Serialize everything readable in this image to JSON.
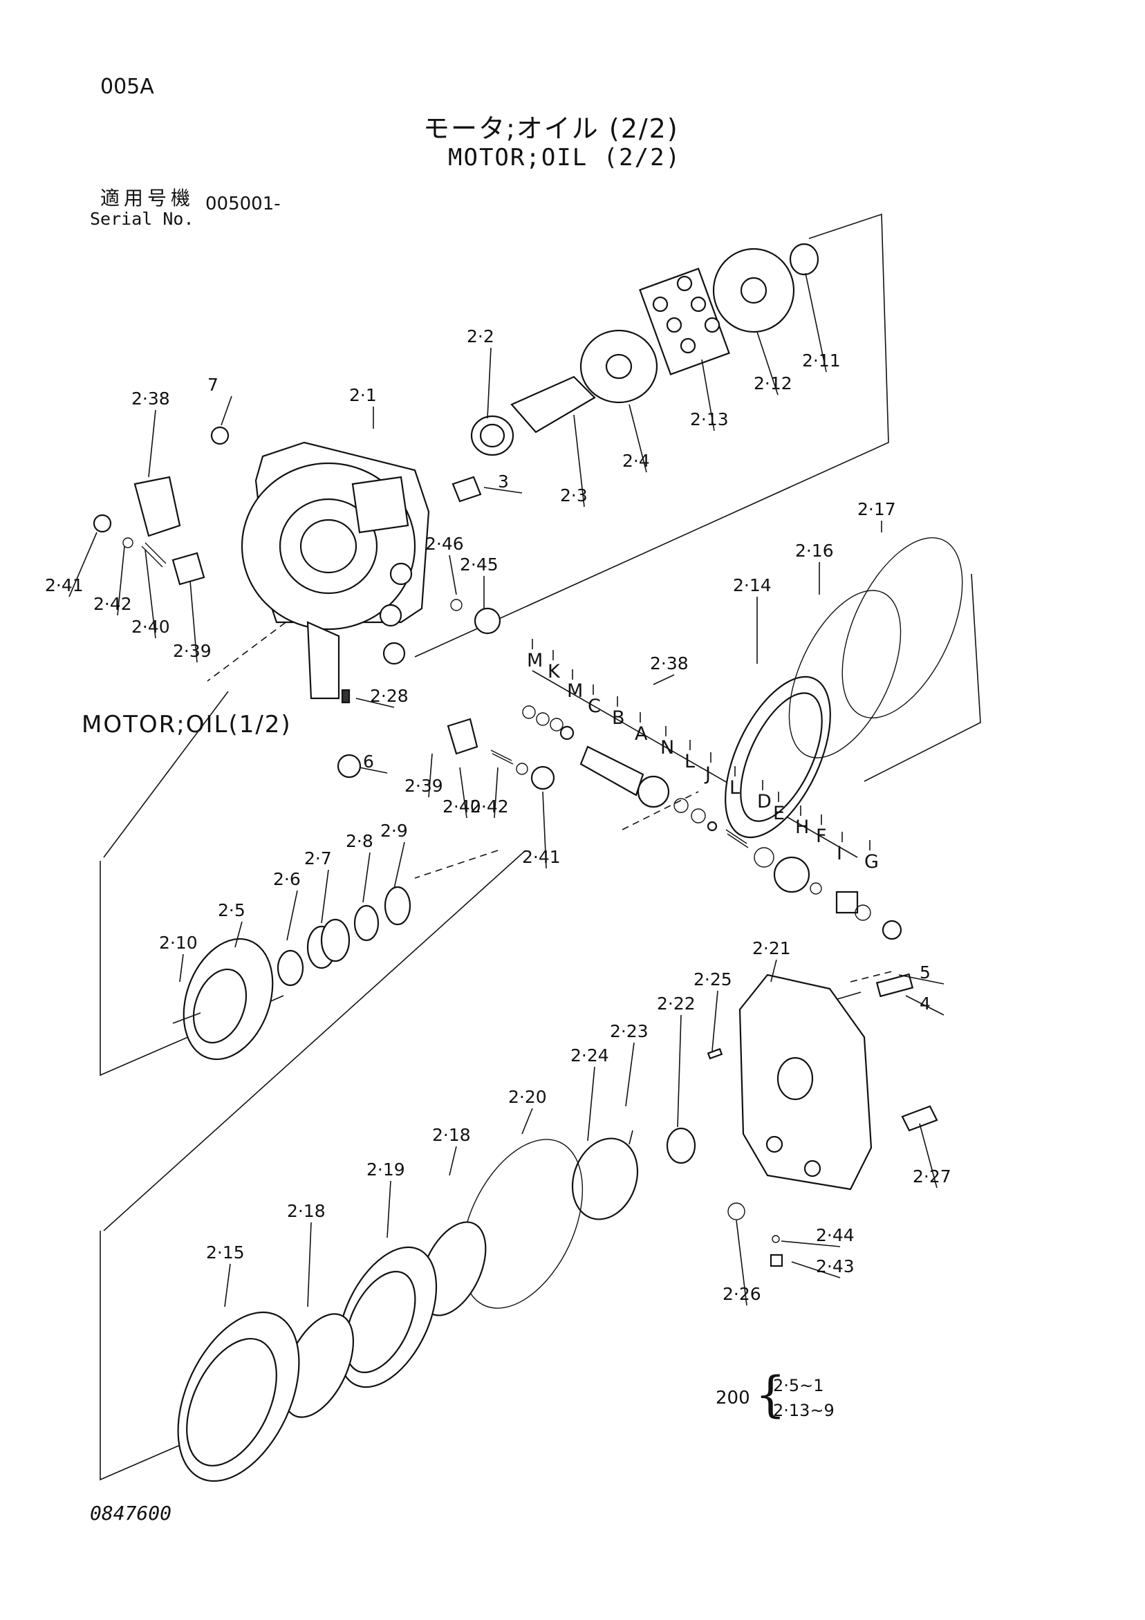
{
  "header": {
    "sheet_code": "005A",
    "title_jp": "モータ;オイル (2/2)",
    "title_en": "MOTOR;OIL (2/2)",
    "serial_label_jp": "適用号機",
    "serial_label_en": "Serial No.",
    "serial_value": "005001-"
  },
  "cross_reference": "MOTOR;OIL(1/2)",
  "kit_note": {
    "code": "200",
    "line_1": "2·5~1",
    "line_2": "2·13~9"
  },
  "doc_number": "0847600",
  "callouts": [
    "2·1",
    "2·2",
    "2·3",
    "2·4",
    "2·5",
    "2·6",
    "2·7",
    "2·8",
    "2·9",
    "2·10",
    "2·11",
    "2·12",
    "2·13",
    "2·14",
    "2·15",
    "2·16",
    "2·17",
    "2·18",
    "2·18",
    "2·19",
    "2·20",
    "2·21",
    "2·22",
    "2·23",
    "2·24",
    "2·25",
    "2·26",
    "2·27",
    "2·28",
    "2·38",
    "2·38",
    "2·39",
    "2·39",
    "2·40",
    "2·40",
    "2·41",
    "2·41",
    "2·42",
    "2·42",
    "2·43",
    "2·44",
    "2·45",
    "2·46",
    "3",
    "4",
    "5",
    "6",
    "7"
  ],
  "valve_letters": [
    "M",
    "K",
    "M",
    "C",
    "B",
    "A",
    "N",
    "L",
    "J",
    "L",
    "D",
    "E",
    "H",
    "F",
    "I",
    "G"
  ]
}
